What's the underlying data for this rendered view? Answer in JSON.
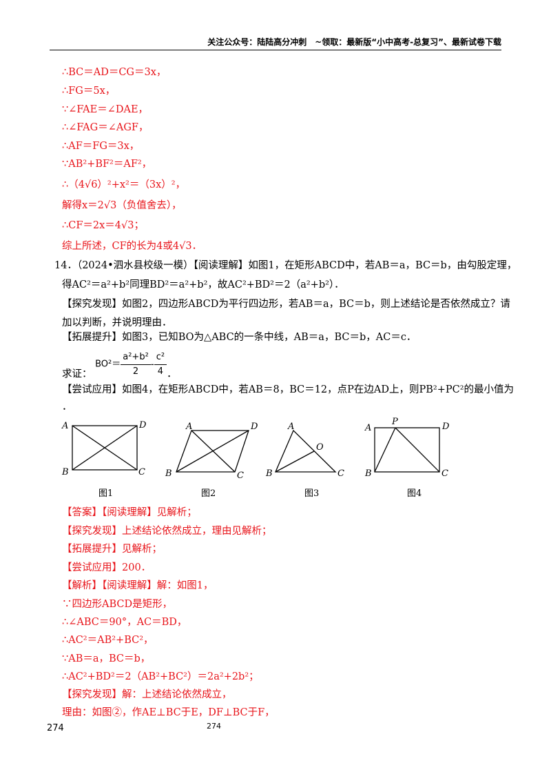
{
  "header": {
    "text": "关注公众号：陆陆高分冲刺　~领取：最新版“小中高考-总复习”、最新试卷下载"
  },
  "top_lines": [
    "∴BC＝AD＝CG＝3x，",
    "∴FG＝5x，",
    "∵∠FAE＝∠DAE，",
    "∴∠FAG＝∠AGF，",
    "∴AF＝FG＝3x，",
    "∵AB²+BF²＝AF²，",
    "∴（4√6）²+x²＝（3x）²，",
    "解得x＝2√3（负值舍去），",
    "∴CF＝2x＝4√3；",
    "综上所述，CF的长为4或4√3．"
  ],
  "problem": {
    "number": "14．",
    "source": "（2024•泗水县校级一模）",
    "reading_title": "【阅读理解】",
    "reading_text_1": "如图1，在矩形ABCD中，若AB＝a，BC＝b，由勾股定理，",
    "reading_text_2": "得AC²＝a²+b²同理BD²＝a²+b²，故AC²+BD²＝2（a²+b²）．",
    "explore_title": "【探究发现】",
    "explore_text_1": "如图2，四边形ABCD为平行四边形，若AB＝a，BC＝b，则上述结论是否依然成立？请",
    "explore_text_2": "加以判断，并说明理由．",
    "extend_title": "【拓展提升】",
    "extend_text": "如图3，已知BO为△ABC的一条中线，AB＝a，BC＝b，AC＝c．",
    "prove_label": "求证：",
    "prove_formula_lhs": "BO²＝",
    "prove_frac1_num": "a²+b²",
    "prove_frac1_den": "2",
    "prove_minus": "-",
    "prove_frac2_num": "c²",
    "prove_frac2_den": "4",
    "prove_end": "．",
    "apply_title": "【尝试应用】",
    "apply_text": "如图4，在矩形ABCD中，若AB＝8，BC＝12，点P在边AD上，则PB²+PC²的最小值为",
    "apply_end": "．"
  },
  "figures": {
    "fig1": {
      "caption": "图1",
      "labels": [
        "A",
        "D",
        "B",
        "C"
      ]
    },
    "fig2": {
      "caption": "图2",
      "labels": [
        "A",
        "D",
        "B",
        "C"
      ]
    },
    "fig3": {
      "caption": "图3",
      "labels": [
        "A",
        "O",
        "B",
        "C"
      ]
    },
    "fig4": {
      "caption": "图4",
      "labels": [
        "A",
        "P",
        "D",
        "B",
        "C"
      ]
    }
  },
  "answer_lines": [
    "【答案】【阅读理解】见解析；",
    "【探究发现】上述结论依然成立，理由见解析；",
    "【拓展提升】见解析；",
    "【尝试应用】200．",
    "【解析】【阅读理解】解：如图1，",
    "∵四边形ABCD是矩形，",
    "∴∠ABC＝90°，AC＝BD，",
    "∴AC²＝AB²+BC²，",
    "∵AB＝a，BC＝b，",
    "∴AC²+BD²＝2（AB²+BC²）＝2a²+2b²；",
    "【探究发现】解：上述结论依然成立，",
    "理由：如图②，作AE⊥BC于E，DF⊥BC于F，"
  ],
  "footer": {
    "left": "274",
    "center": "274"
  },
  "colors": {
    "answer_red": "#e8141a",
    "text_black": "#000000"
  }
}
